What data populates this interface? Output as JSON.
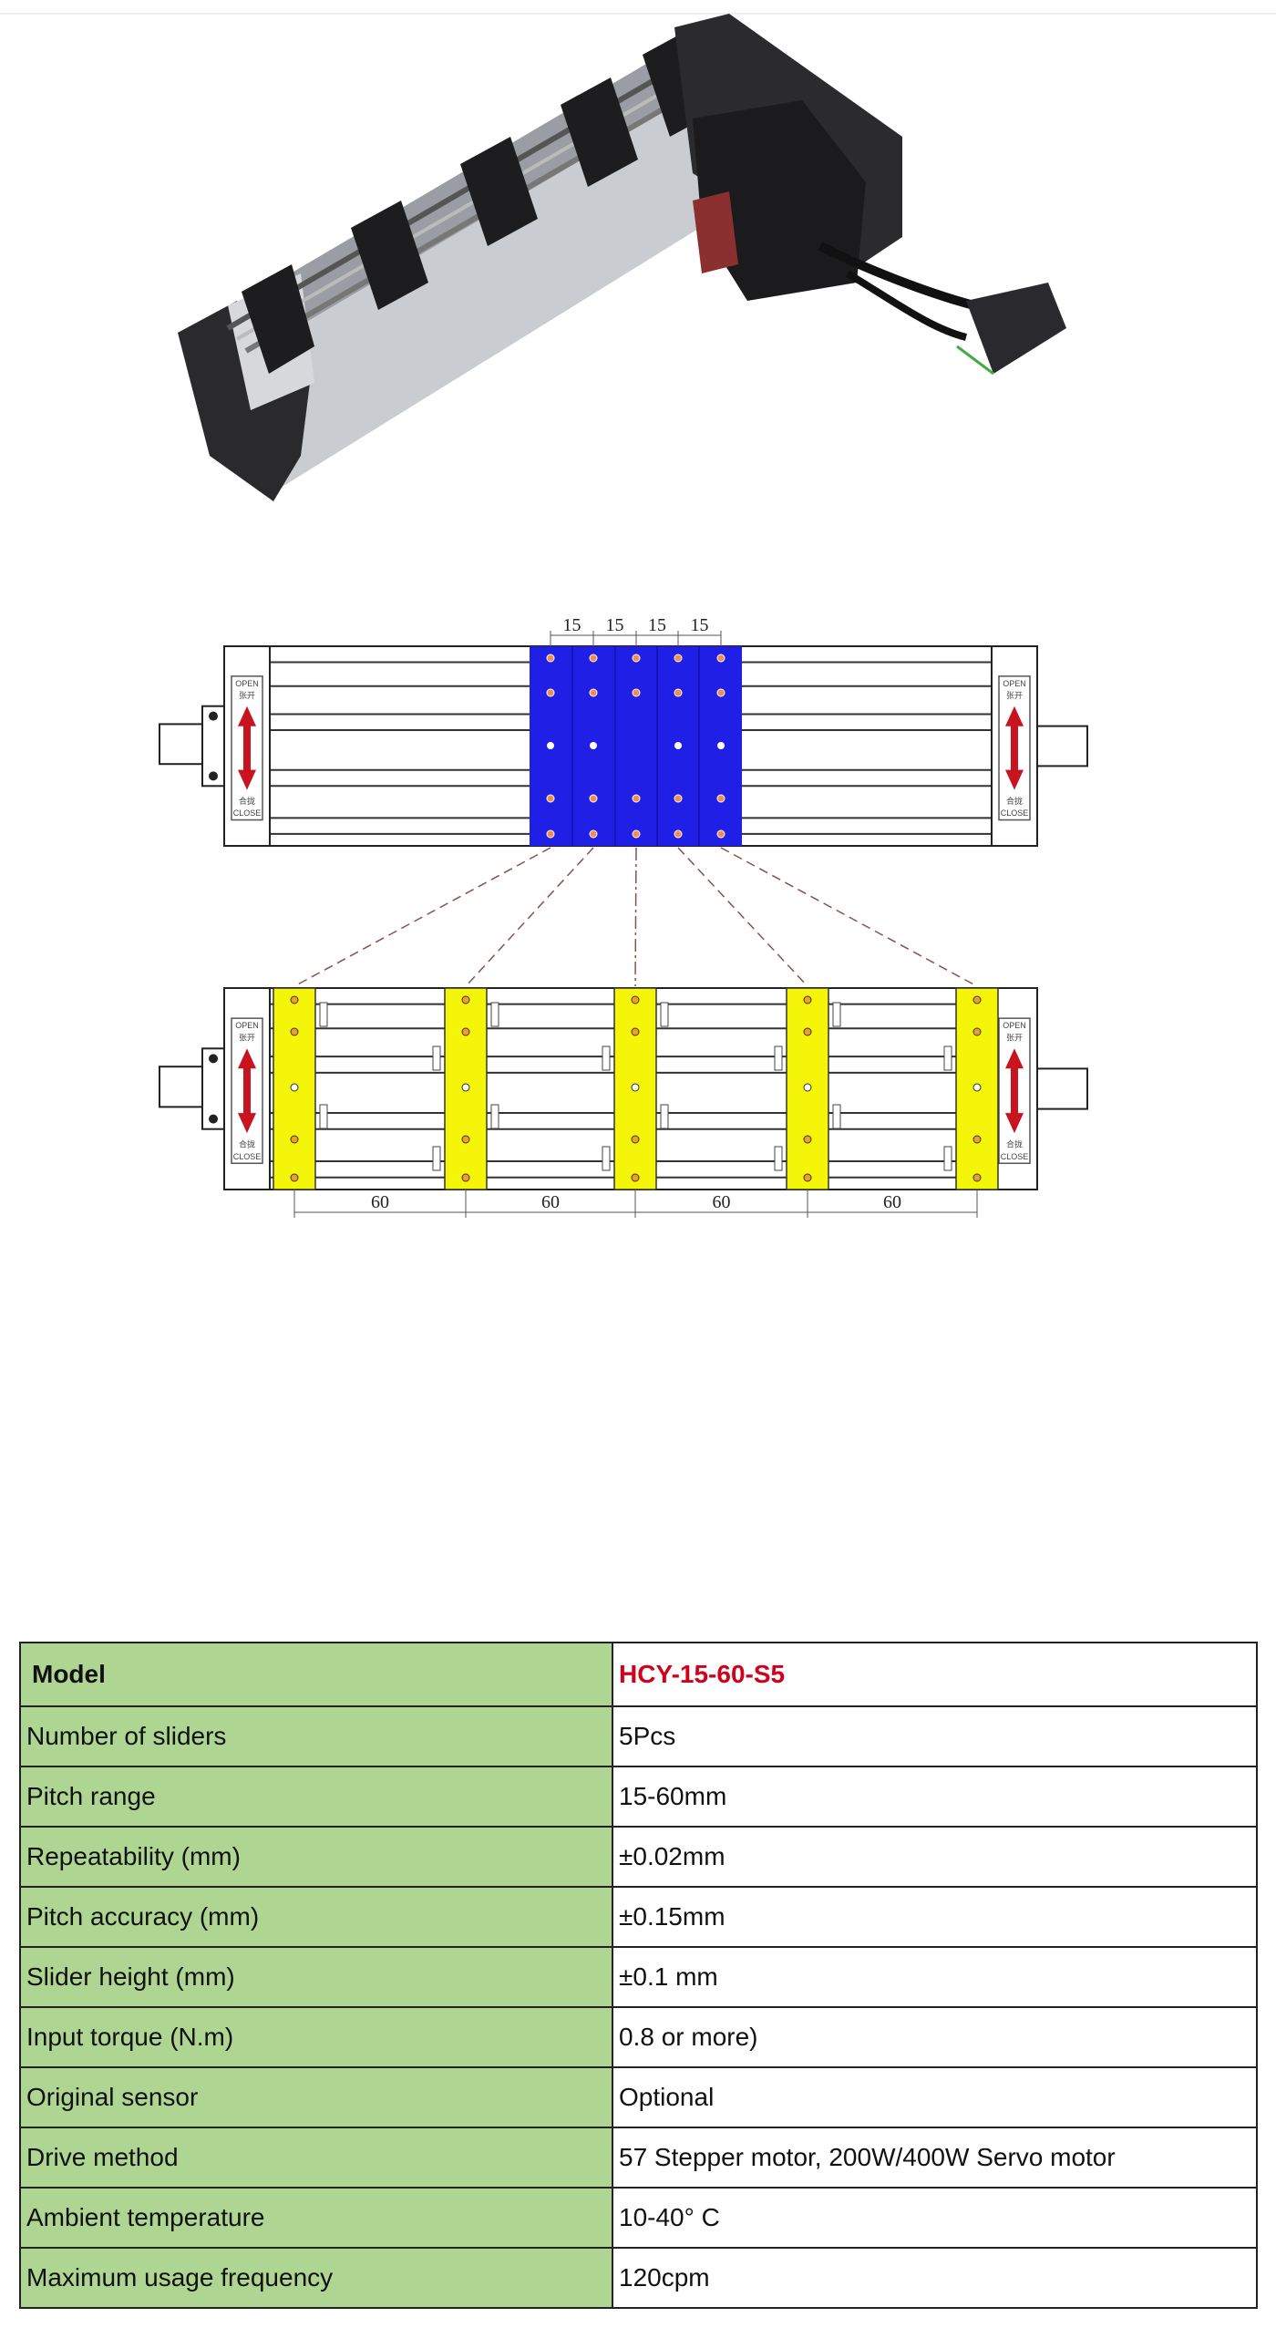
{
  "diagram": {
    "open_label": "OPEN",
    "open_label_cn": "张开",
    "close_label": "CLOSE",
    "close_label_cn": "合拢",
    "min_pitch_labels": [
      "15",
      "15",
      "15",
      "15"
    ],
    "max_pitch_labels": [
      "60",
      "60",
      "60",
      "60"
    ],
    "colors": {
      "compact_slider": "#1f1fe6",
      "expanded_slider": "#f5f50a",
      "arrow": "#c8141e"
    }
  },
  "spec_table": {
    "model_label": "Model",
    "model_value": "HCY-15-60-S5",
    "model_color": "#d0021b",
    "rows": [
      {
        "label": "Number of sliders",
        "value": "5Pcs"
      },
      {
        "label": "Pitch range",
        "value": "15-60mm"
      },
      {
        "label": "Repeatability (mm)",
        "value": "±0.02mm"
      },
      {
        "label": "Pitch accuracy (mm)",
        "value": "±0.15mm"
      },
      {
        "label": "Slider height (mm)",
        "value": "±0.1 mm"
      },
      {
        "label": "Input torque (N.m)",
        "value": "0.8 or more)"
      },
      {
        "label": "Original sensor",
        "value": "Optional"
      },
      {
        "label": "Drive method",
        "value": "57 Stepper motor, 200W/400W Servo motor"
      },
      {
        "label": "Ambient temperature",
        "value": "10-40° C"
      },
      {
        "label": "Maximum usage frequency",
        "value": "120cpm"
      }
    ]
  }
}
